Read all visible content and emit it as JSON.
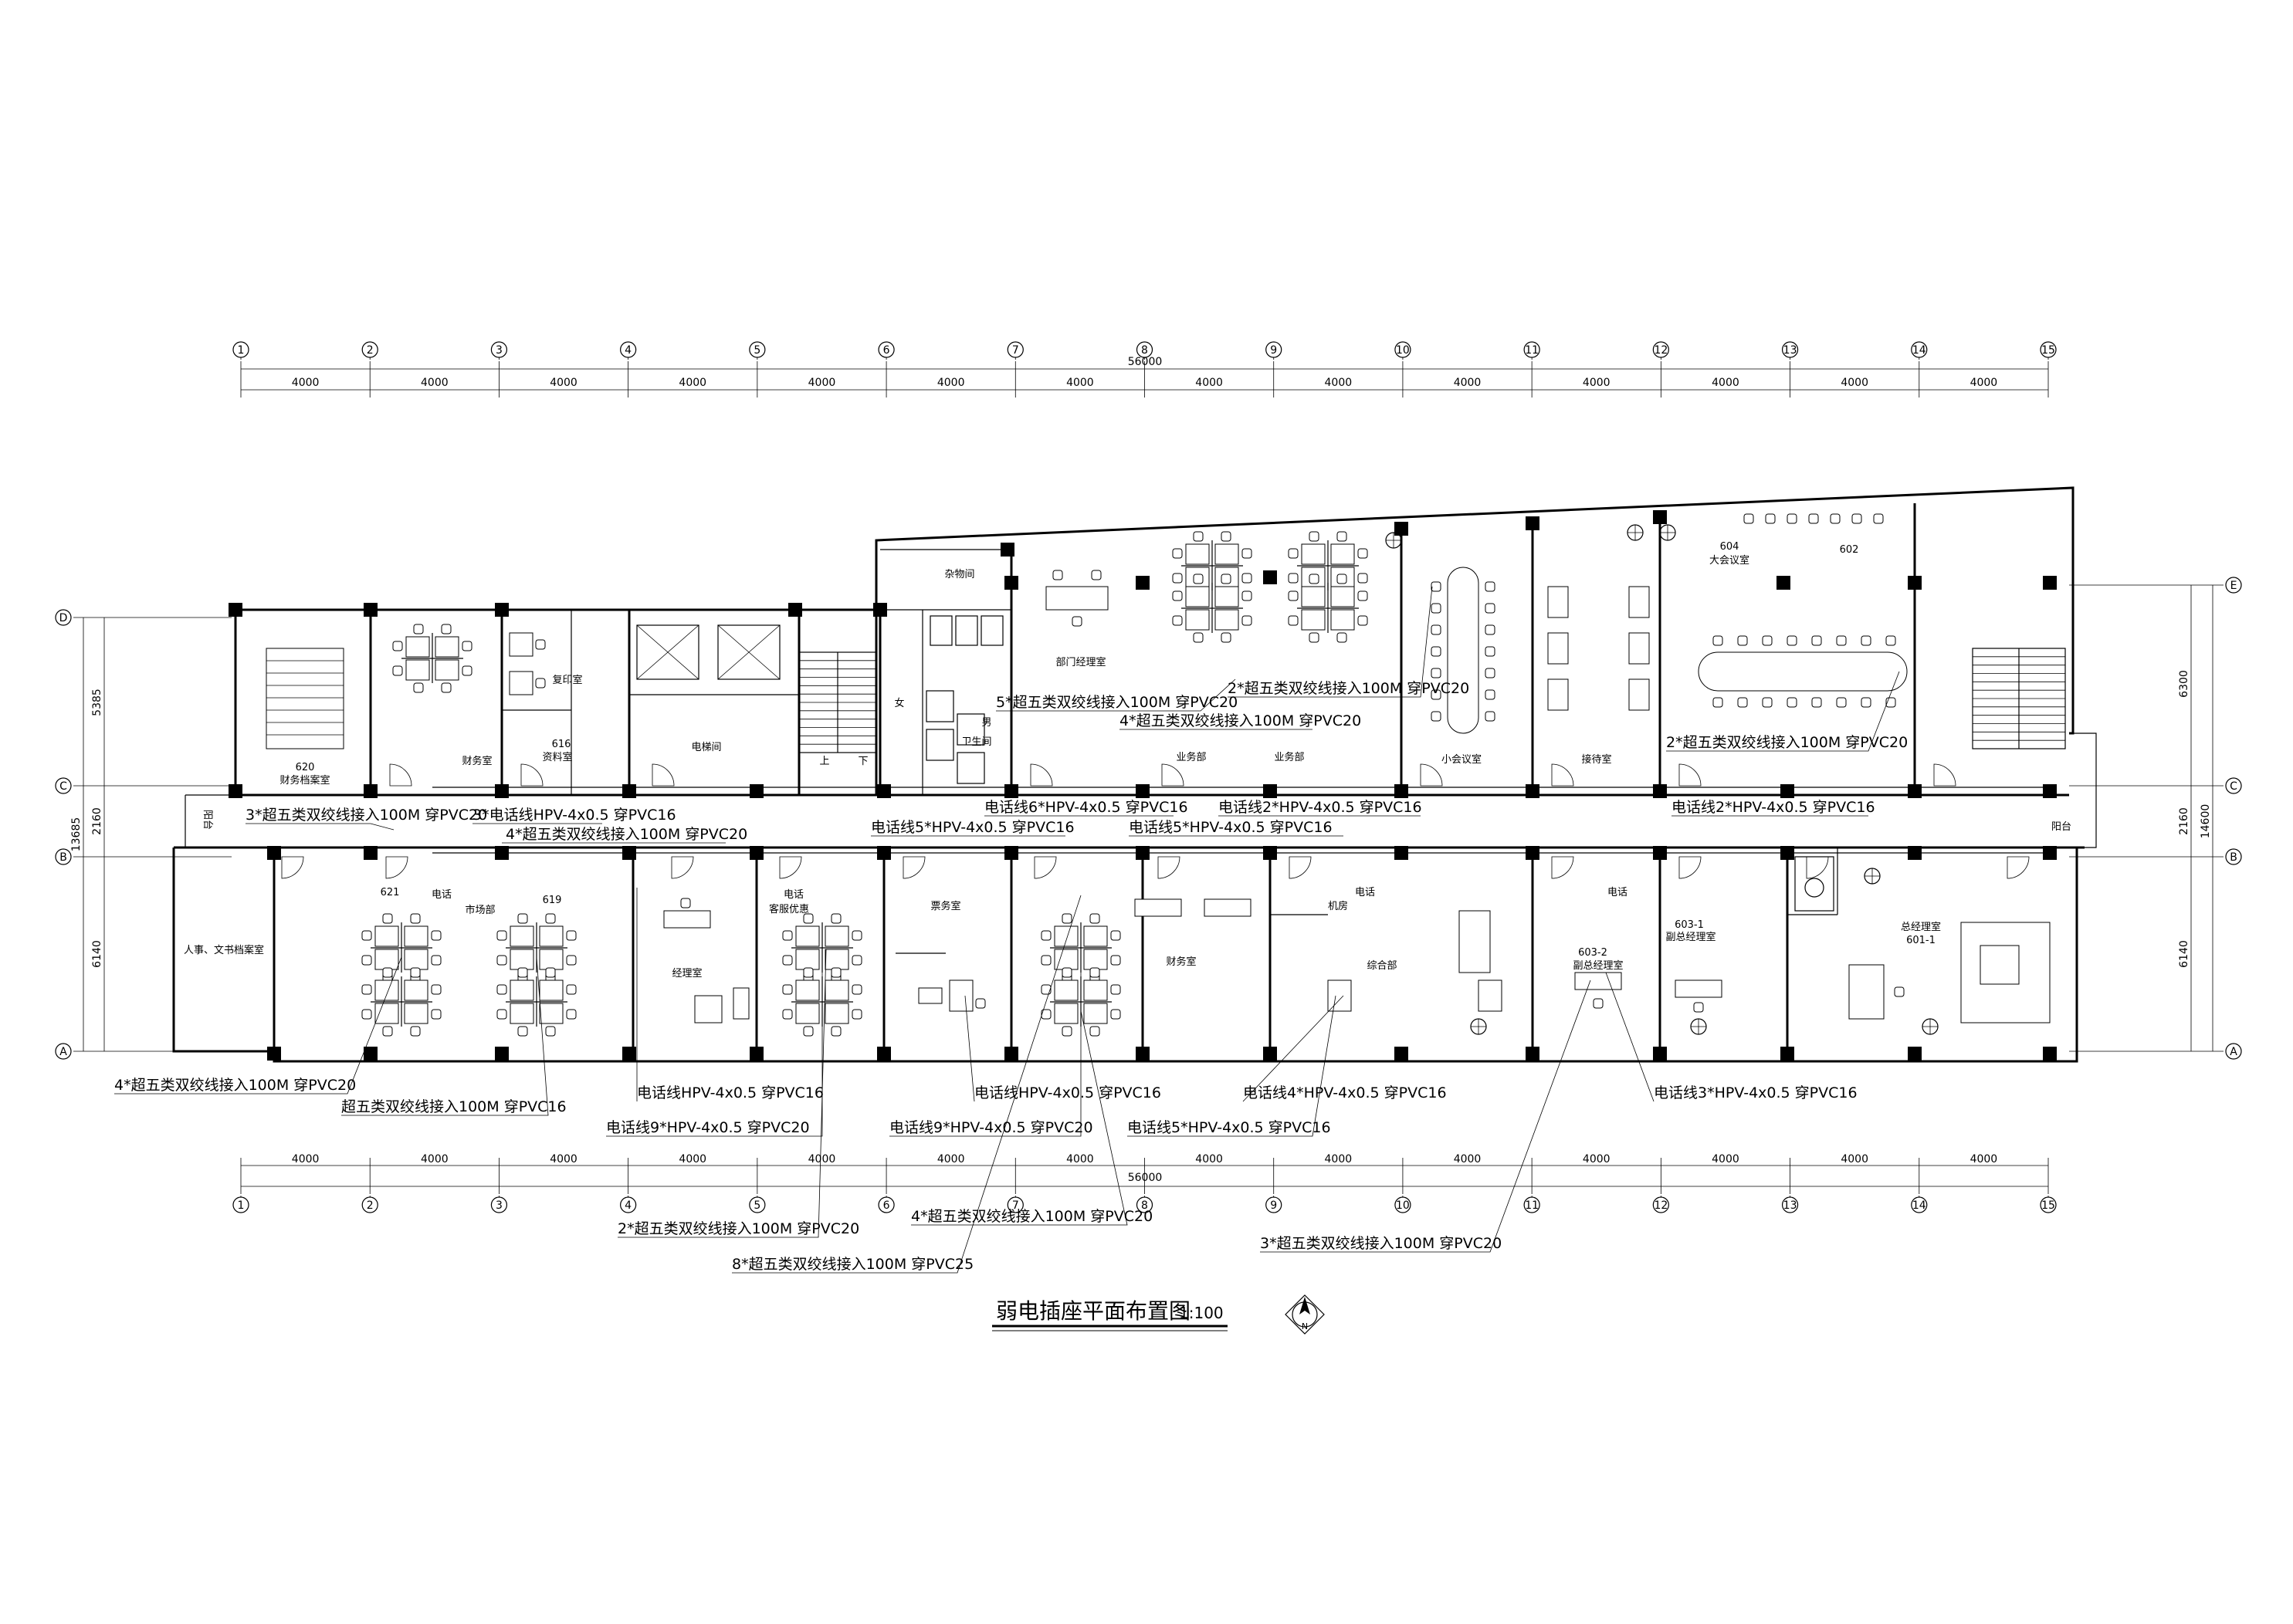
{
  "drawing": {
    "title": "弱电插座平面布置图",
    "scale": "1:100",
    "north_label": "N"
  },
  "dimensions": {
    "total_top": "56000",
    "total_bottom": "56000",
    "bay": "4000",
    "grid_numbers": [
      "1",
      "2",
      "3",
      "4",
      "5",
      "6",
      "7",
      "8",
      "9",
      "10",
      "11",
      "12",
      "13",
      "14",
      "15"
    ],
    "left_total": "13685",
    "left_segments": [
      "5385",
      "2160",
      "6140"
    ],
    "right_total": "14600",
    "right_segments": [
      "6300",
      "2160",
      "6140"
    ],
    "left_axes": [
      "D",
      "C",
      "B",
      "A"
    ],
    "right_axes": [
      "E",
      "C",
      "B",
      "A"
    ]
  },
  "rooms": {
    "r620": "620",
    "r620_name": "财务档案室",
    "r_finance2": "财务室",
    "r616": "616",
    "r616_name": "资料室",
    "copy": "复印室",
    "elevator": "电梯间",
    "storage": "杂物间",
    "wc": "卫生间",
    "female": "女",
    "male": "男",
    "down": "下",
    "up": "上",
    "dept_mgr": "部门经理室",
    "sales1": "业务部",
    "sales2": "业务部",
    "small_meeting": "小会议室",
    "reception": "接待室",
    "r604": "604",
    "big_meeting": "大会议室",
    "r602": "602",
    "r621": "621",
    "hr_archive": "人事、文书档案室",
    "r619": "619",
    "marketing": "市场部",
    "phone": "电话",
    "mgr": "经理室",
    "customer": "客服优惠",
    "ticket": "票务室",
    "finance": "财务室",
    "machine": "机房",
    "general": "综合部",
    "r603_2": "603-2",
    "vp2": "副总经理室",
    "r603_1": "603-1",
    "vp1": "副总经理室",
    "gm": "总经理室",
    "r601_1": "601-1",
    "balcony_l": "阳台",
    "balcony_r": "阳台"
  },
  "annotations": {
    "a1": "3*超五类双绞线接入100M 穿PVC20",
    "a2": "3*电话线HPV-4x0.5 穿PVC16",
    "a3": "4*超五类双绞线接入100M 穿PVC20",
    "a4": "5*超五类双绞线接入100M 穿PVC20",
    "a5": "4*超五类双绞线接入100M 穿PVC20",
    "a6": "2*超五类双绞线接入100M 穿PVC20",
    "a7": "2*超五类双绞线接入100M 穿PVC20",
    "a8": "电话线6*HPV-4x0.5 穿PVC16",
    "a9": "电话线2*HPV-4x0.5 穿PVC16",
    "a10": "电话线2*HPV-4x0.5 穿PVC16",
    "a11": "电话线5*HPV-4x0.5 穿PVC16",
    "a12": "电话线5*HPV-4x0.5 穿PVC16",
    "b1": "4*超五类双绞线接入100M 穿PVC20",
    "b2": "超五类双绞线接入100M 穿PVC16",
    "b3": "电话线HPV-4x0.5 穿PVC16",
    "b4": "电话线9*HPV-4x0.5 穿PVC20",
    "b5": "电话线HPV-4x0.5 穿PVC16",
    "b6": "电话线9*HPV-4x0.5 穿PVC20",
    "b7": "电话线4*HPV-4x0.5 穿PVC16",
    "b8": "电话线5*HPV-4x0.5 穿PVC16",
    "b9": "电话线3*HPV-4x0.5 穿PVC16",
    "c1": "2*超五类双绞线接入100M 穿PVC20",
    "c2": "4*超五类双绞线接入100M 穿PVC20",
    "c3": "8*超五类双绞线接入100M 穿PVC25",
    "c4": "3*超五类双绞线接入100M 穿PVC20"
  }
}
